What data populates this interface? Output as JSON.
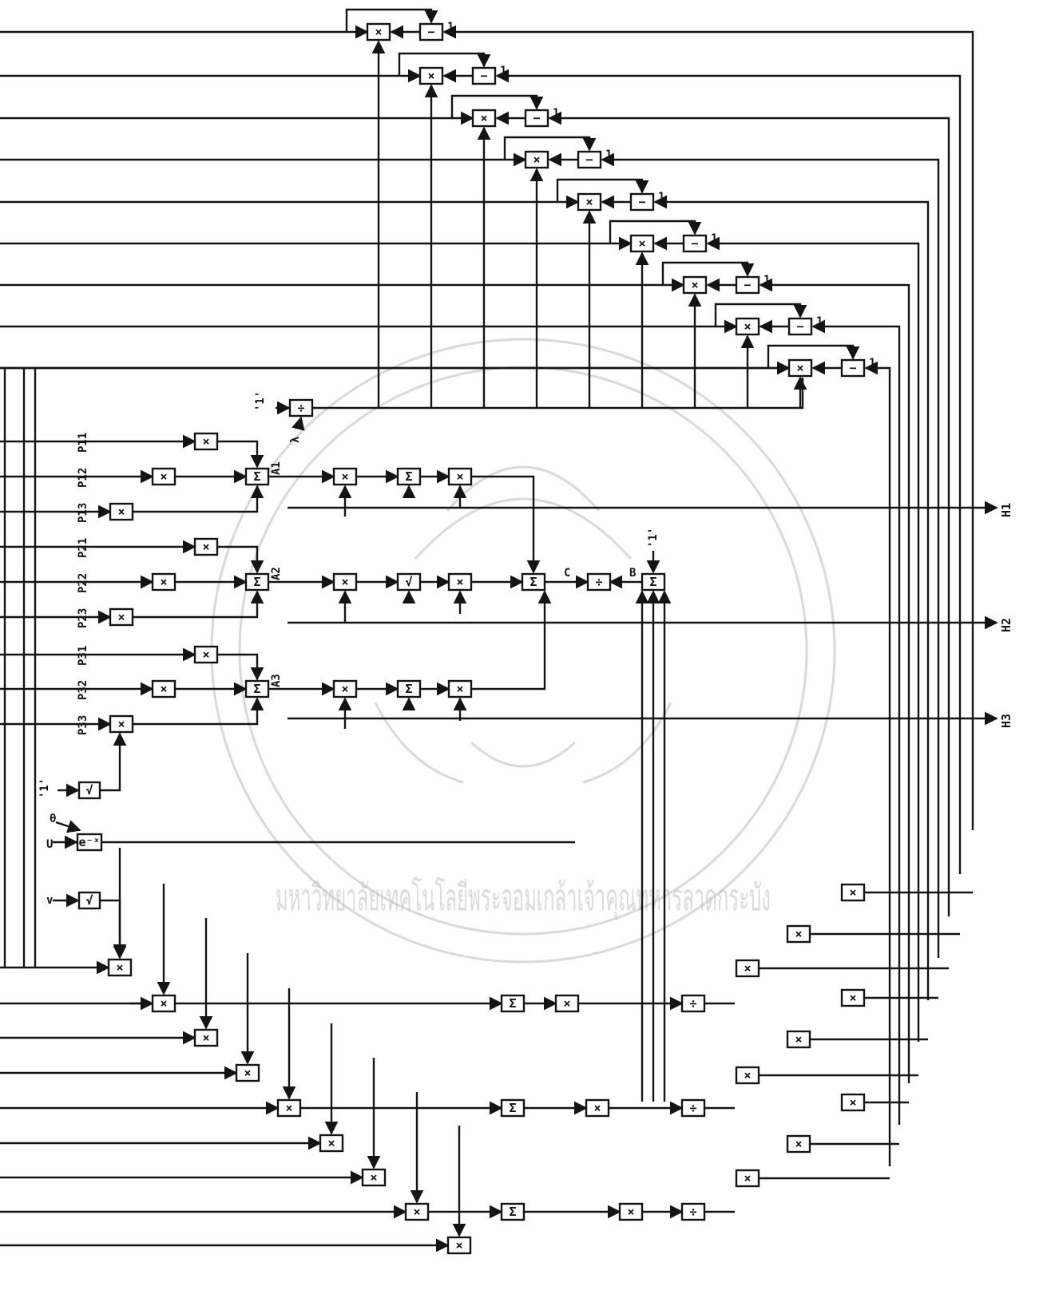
{
  "diagram": {
    "ops": {
      "mul": "×",
      "sum": "Σ",
      "sub": "−",
      "div": "÷",
      "sqrt": "√",
      "exp": "e⁻ˣ"
    },
    "input_labels": {
      "p11": "P11",
      "p12": "P12",
      "p13": "P13",
      "p21": "P21",
      "p22": "P22",
      "p23": "P23",
      "p31": "P31",
      "p32": "P32",
      "p33": "P33",
      "u": "U",
      "one_a": "'1'",
      "one_b": "'1'",
      "one_c": "'1'",
      "tick": "1",
      "lambda": "λ",
      "v": "v",
      "theta": "θ"
    },
    "node_labels": {
      "a1": "A1",
      "a2": "A2",
      "a3": "A3",
      "c": "C",
      "b": "B"
    },
    "outputs": {
      "h1": "H1",
      "h2": "H2",
      "h3": "H3"
    },
    "watermark": {
      "text": "มหาวิทยาลัยเทคโนโลยีพระจอมเกล้าเจ้าคุณทหารลาดกระบัง"
    }
  }
}
